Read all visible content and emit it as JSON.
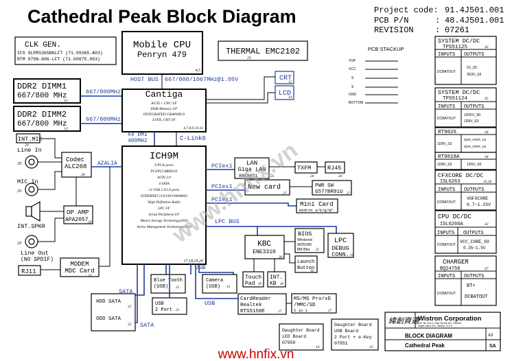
{
  "title": "Cathedral Peak Block Diagram",
  "project": {
    "code_label": "Project code:",
    "code_value": "91.4J501.001",
    "pn_label": "PCB P/N",
    "pn_value": "48.4J501.001",
    "rev_label": "REVISION",
    "rev_value": "07261"
  },
  "clk": {
    "title": "CLK GEN.",
    "line1": "ICS 9LPRS365BKLFT (71.09365.A03)",
    "line2": "RTM 875N-606-LFT (71.00875.003)"
  },
  "cpu": {
    "title": "Mobile CPU",
    "sub": "Penryn 479",
    "page": "4,5"
  },
  "thermal": {
    "title": "THERMAL EMC2102",
    "page": "21"
  },
  "host_bus": {
    "label": "HOST BUS",
    "speed": "667/800/1067MHz@1.05V"
  },
  "crt": {
    "label": "CRT",
    "page": "15"
  },
  "lcd": {
    "label": "LCD",
    "page": "14"
  },
  "pcb_stackup": {
    "title": "PCB STACKUP",
    "layers": [
      "TOP",
      "VCC",
      "S",
      "S",
      "GND",
      "BOTTOM"
    ]
  },
  "dimm1": {
    "title": "DDR2 DIMM1",
    "speed": "667/800 MHz",
    "page": "12",
    "bus": "667/800MHz"
  },
  "dimm2": {
    "title": "DDR2 DIMM2",
    "speed": "667/800 MHz",
    "page": "13",
    "bus": "667/800MHz"
  },
  "cantiga": {
    "title": "Cantiga",
    "features": [
      "AGTL+ CPU I/F",
      "DDR Memory I/F",
      "INTEGRATED GRAPHICS",
      "LVDS, CRT I/F"
    ],
    "page": "6,7,8,9,10,11"
  },
  "dmi": {
    "label1": "X4 DMI",
    "label2": "400MHz",
    "clink": "C-Link0"
  },
  "ich9m": {
    "title": "ICH9M",
    "features": [
      "6 PCIe ports",
      "PCI/PCI BRIDGE",
      "ACPI 2.0",
      "4 SATA",
      "12 USB 1.0/2.0 ports",
      "ETHERNET (10/100/1000MbE)",
      "High Definition Audio",
      "LPC I/F",
      "Serial Peripheral I/F",
      "Matrix Storage Technology(DO)",
      "Active Management Technology(DO)"
    ],
    "page": "17,18,19,20"
  },
  "audio": {
    "int_mic": "INT.MIC",
    "int_mic_page": "29",
    "line_in": "Line In",
    "line_in_page": "29",
    "mic_in": "MIC In",
    "mic_in_page": "29",
    "codec": "Codec",
    "codec_part": "ALC268",
    "codec_page": "28",
    "azalia": "AZALIA",
    "op_amp": "OP AMP",
    "op_amp_part": "APA2057",
    "op_amp_page": "29",
    "int_spkr": "INT.SPKR",
    "line_out": "Line Out",
    "line_out_note": "(NO SPDIF)",
    "line_out_page": "29"
  },
  "modem": {
    "title": "MODEM",
    "sub": "MDC Card",
    "page": "23",
    "rj11": "RJ11"
  },
  "pcie": {
    "label1": "PCIex1",
    "label2": "PCIex1",
    "label3": "PCIex1"
  },
  "lan": {
    "title": "LAN",
    "sub": "Giga LAN",
    "part": "88E8071",
    "page": "25",
    "txfm": "TXFM",
    "txfm_page": "26",
    "rj45": "RJ45",
    "rj45_page": "26"
  },
  "newcard": {
    "title": "New card",
    "page": "27",
    "pwrsw": "PWR SW",
    "pwrsw_part": "G577BR91U",
    "pwrsw_page": "27"
  },
  "minicard": {
    "title": "Mini Card",
    "sub": "Kedron a/b/g/n",
    "page": "27"
  },
  "lpc_bus": "LPC BUS",
  "kbc": {
    "title": "KBC",
    "part": "ENE3310",
    "page": "30"
  },
  "bios": {
    "title": "BIOS",
    "line1": "Winbond",
    "line2": "W25X80",
    "line3": "8M Bits",
    "page": "31"
  },
  "lpc_debug": {
    "title": "LPC",
    "line1": "DEBUG",
    "line2": "CONN.",
    "page": "31"
  },
  "launch": {
    "title": "Launch",
    "sub": "Button",
    "page": "16"
  },
  "touchpad": {
    "title": "Touch",
    "sub": "Pad",
    "page": "30"
  },
  "intkb": {
    "title": "INT.",
    "sub": "KB",
    "page": "30"
  },
  "usb_top": "USB",
  "usb_mid": "USB",
  "bluetooth": {
    "title": "Blue Tooth",
    "sub": "(USB)",
    "page": "23"
  },
  "camera": {
    "title": "Camera",
    "sub": "(USB)",
    "page": "14"
  },
  "cardreader": {
    "title": "CardReader",
    "sub": "Realtek",
    "part": "RTS5158E",
    "page": "27",
    "ms_line1": "MS/MS Pro/xD",
    "ms_line2": "/MMC/SD",
    "ms_line3": "5 in 1",
    "ms_page": "27"
  },
  "usb2port": {
    "title": "USB",
    "sub": "2 Port",
    "page": "23"
  },
  "sata": {
    "label_top": "SATA",
    "label_bottom": "SATA",
    "hdd": "HDD SATA",
    "hdd_page": "22",
    "odd": "ODD SATA",
    "odd_page": "22"
  },
  "daughter_led": {
    "line1": "Daughter Board",
    "line2": "LED Board",
    "line3": "07950",
    "page": "16"
  },
  "daughter_usb": {
    "line1": "Daughter Board",
    "line2": "USB Board",
    "line3": "2 Port + e-Key",
    "line4": "07951",
    "page": "23"
  },
  "power": [
    {
      "title": "SYSTEM DC/DC",
      "part": "TPS51125",
      "page": "43",
      "inputs": "INPUTS",
      "outputs": "OUTPUTS",
      "in": "DCBATOUT",
      "out": [
        "5V_S5",
        "3D3V_S5"
      ]
    },
    {
      "title": "SYSTEM DC/DC",
      "part": "TPS51124",
      "page": "45",
      "inputs": "INPUTS",
      "outputs": "OUTPUTS",
      "in": "DCBATOUT",
      "out": [
        "1D05V_S0",
        "1D8V_S3"
      ]
    },
    {
      "title": "RT9026",
      "page": "44",
      "in": "1D8V_S3",
      "out": [
        "DDR_VREF_S3",
        "DDR_VREF_S3"
      ]
    },
    {
      "title": "RT9018A",
      "page": "44",
      "in": "1D8V_S3",
      "out": [
        "1D5V_S0"
      ]
    },
    {
      "title": "CFXCORE DC/DC",
      "part": "ISL6263",
      "page": "35,36",
      "inputs": "INPUTS",
      "outputs": "OUTPUTS",
      "in": "DCBATOUT",
      "out": [
        "VGFXCORE",
        "0.7~1.25V"
      ]
    },
    {
      "title": "CPU DC/DC",
      "part": "ISL6266A",
      "page": "42",
      "inputs": "INPUTS",
      "outputs": "OUTPUTS",
      "in": "DCBATOUT",
      "out": [
        "VCC_CORE_S0",
        "0.35~1.5V"
      ]
    },
    {
      "title": "CHARGER",
      "part": "BQ24750",
      "page": "47",
      "inputs": "INPUTS",
      "outputs": "OUTPUTS",
      "in": "DCBATOUT",
      "out": [
        "BT+",
        "DCBATOUT"
      ]
    }
  ],
  "titleblock": {
    "chinese": "緯創資通",
    "company": "Wistron Corporation",
    "addr1": "21F, 88, Sec.1, Hsin Tai Wu Rd., Hsichih,",
    "addr2": "Taipei Hsien 221, Taiwan, R.O.C.",
    "title_frag": "BLOCK DIAGRAM",
    "name_frag": "Cathedral Peak",
    "size": "A3",
    "rev": "SA"
  },
  "watermark_diag": "www.hnfix.vn",
  "watermark_bottom": "www.hnfix.vn",
  "colors": {
    "blue": "#1a3a9a",
    "red": "#cc0000"
  }
}
